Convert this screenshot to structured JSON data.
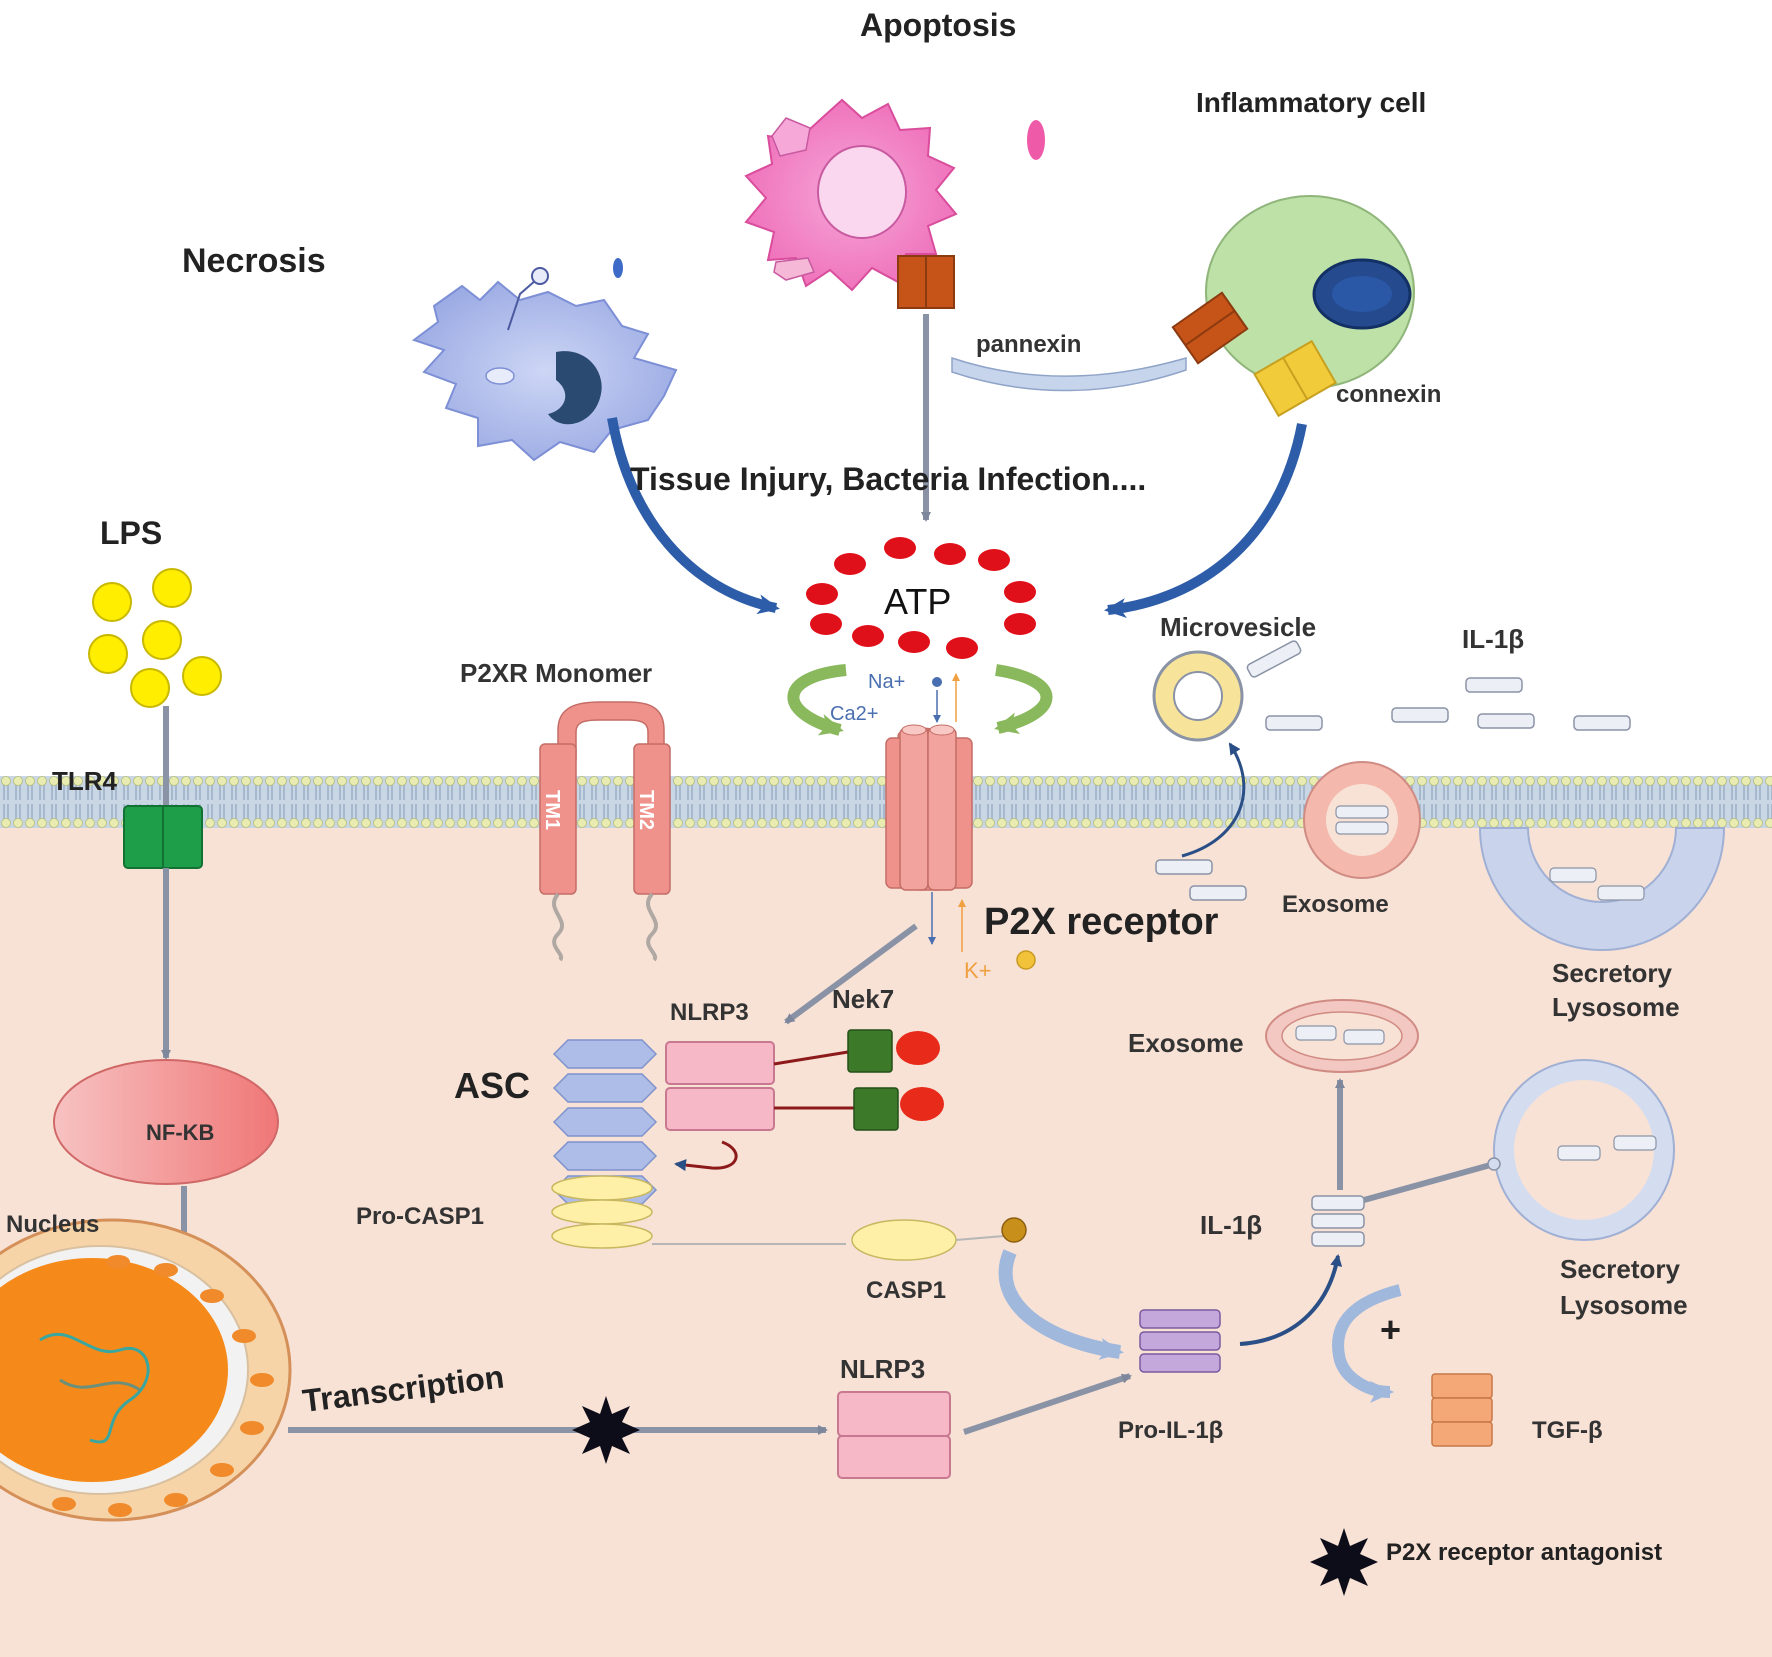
{
  "labels": {
    "apoptosis": "Apoptosis",
    "inflammatory_cell": "Inflammatory cell",
    "necrosis": "Necrosis",
    "pannexin": "pannexin",
    "connexin": "connexin",
    "tissue_injury": "Tissue Injury, Bacteria Infection....",
    "lps": "LPS",
    "atp": "ATP",
    "microvesicle": "Microvesicle",
    "il1b_top": "IL-1β",
    "p2xr_monomer": "P2XR Monomer",
    "na": "Na+",
    "ca": "Ca2+",
    "k": "K+",
    "tlr4": "TLR4",
    "tm1": "TM1",
    "tm2": "TM2",
    "p2x_receptor": "P2X receptor",
    "exosome_membrane": "Exosome",
    "secretory_lysosome_top_1": "Secretory",
    "secretory_lysosome_top_2": "Lysosome",
    "nlrp3_complex": "NLRP3",
    "nek7": "Nek7",
    "asc": "ASC",
    "nf_kb": "NF-KB",
    "exosome_lower": "Exosome",
    "pro_casp1": "Pro-CASP1",
    "nucleus": "Nucleus",
    "il1b_mid": "IL-1β",
    "casp1": "CASP1",
    "secretory_lysosome_low_1": "Secretory",
    "secretory_lysosome_low_2": "Lysosome",
    "plus": "+",
    "transcription": "Transcription",
    "nlrp3_transcribed": "NLRP3",
    "pro_il1b": "Pro-IL-1β",
    "tgf_b": "TGF-β",
    "legend_antagonist": "P2X receptor antagonist"
  },
  "colors": {
    "cytoplasm": "#f8e2d6",
    "membrane_head": "#e6e8a0",
    "membrane_tail": "#9ab0c8",
    "atp_dot": "#e0101a",
    "lps_dot": "#ffee00",
    "tlr4": "#1f9e4a",
    "p2x_receptor": "#f0928c",
    "nucleus": "#f58a1a",
    "arrow_blue": "#2d5da8",
    "arrow_gray": "#8a93a6",
    "green_arrow": "#8ab85c"
  }
}
